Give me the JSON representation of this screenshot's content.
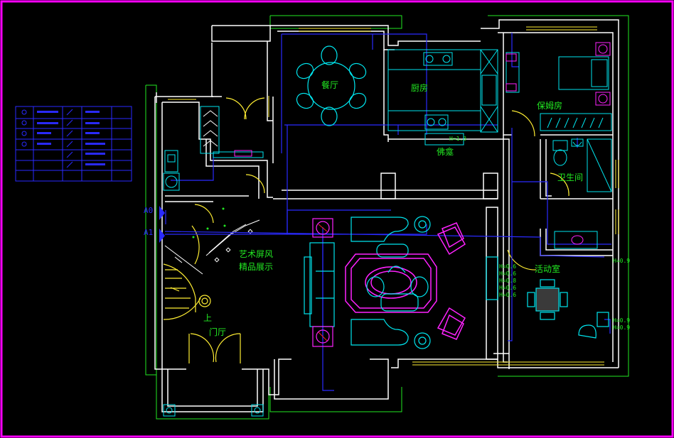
{
  "rooms": {
    "dining": "餐厅",
    "kitchen": "厨房",
    "nanny_room": "保姆房",
    "shrine": "佛龛",
    "bathroom": "卫生间",
    "screen": "艺术屏风",
    "display": "精品展示",
    "activity_room": "活动室",
    "up": "上",
    "foyer": "门厅"
  },
  "elevation_marks": {
    "shrine_height": "H=1.3",
    "activity_1": "H=0.9",
    "activity_2": "H=0.9",
    "activity_3": "H=0.9",
    "pillar_1": "H=0.6",
    "pillar_2": "H=0.6",
    "pillar_3": "H=0.8",
    "pillar_4": "H=0.6",
    "pillar_5": "H=0.6"
  },
  "level_marks": {
    "a0": "A0",
    "a1": "A1"
  },
  "legend": {
    "rows": 6,
    "columns": 5
  },
  "colors": {
    "wall": "#ffffff",
    "outline": "#22e822",
    "furniture": "#00e5ee",
    "accent": "#ff22ff",
    "wiring": "#2a2aff",
    "door": "#ffee33",
    "frame": "#ff00ff"
  }
}
